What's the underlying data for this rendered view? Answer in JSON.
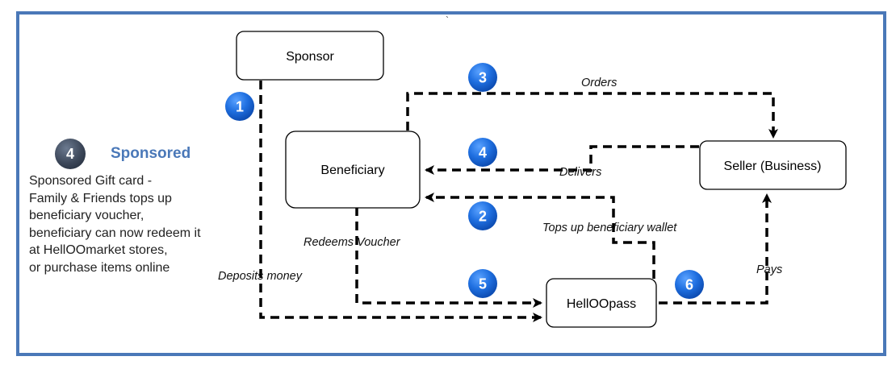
{
  "nodes": {
    "sponsor": "Sponsor",
    "beneficiary": "Beneficiary",
    "seller": "Seller (Business)",
    "hellopass": "HellOOpass"
  },
  "edges": {
    "orders": "Orders",
    "delivers": "Delivers",
    "tops_up": "Tops up beneficiary wallet",
    "redeems": "Redeems Voucher",
    "deposits": "Deposits money",
    "pays": "Pays"
  },
  "steps": [
    "1",
    "2",
    "3",
    "4",
    "5",
    "6"
  ],
  "side_panel": {
    "badge": "4",
    "title": "Sponsored",
    "lines": [
      "Sponsored Gift card  -",
      "Family & Friends tops up",
      "beneficiary voucher,",
      "beneficiary can now redeem it",
      "at HellOOmarket stores,",
      "or purchase items online"
    ]
  },
  "stray_mark": "`",
  "colors": {
    "frame": "#4a78b8",
    "badge_blue": "#1f6fe0",
    "badge_dark": "#3b4658",
    "title": "#4a78b8"
  }
}
